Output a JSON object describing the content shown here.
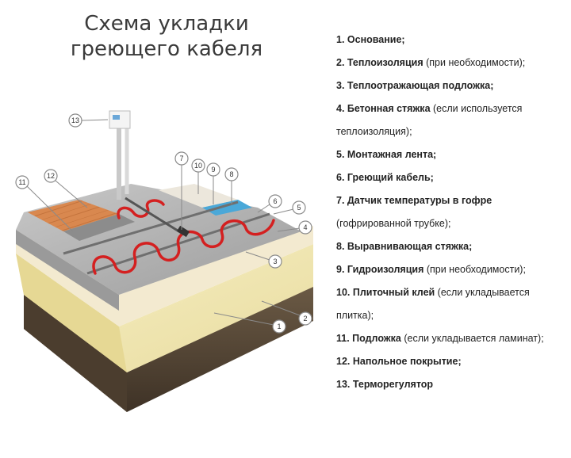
{
  "title": {
    "line1": "Схема укладки",
    "line2": "греющего кабеля"
  },
  "legend": [
    {
      "bold": "1. Основание;",
      "normal": ""
    },
    {
      "bold": "2. Теплоизоляция",
      "normal": " (при необходимости);"
    },
    {
      "bold": "3. Теплоотражающая подложка;",
      "normal": ""
    },
    {
      "bold": "4. Бетонная стяжка",
      "normal": " (если используется"
    },
    {
      "bold": "",
      "normal": "теплоизоляция);"
    },
    {
      "bold": "5. Монтажная лента;",
      "normal": ""
    },
    {
      "bold": "6. Греющий кабель;",
      "normal": ""
    },
    {
      "bold": "7. Датчик температуры в гофре",
      "normal": ""
    },
    {
      "bold": "",
      "normal": "(гофрированной трубке);"
    },
    {
      "bold": "8. Выравнивающая стяжка;",
      "normal": ""
    },
    {
      "bold": "9. Гидроизоляция",
      "normal": " (при необходимости);"
    },
    {
      "bold": "10. Плиточный клей",
      "normal": " (если укладывается"
    },
    {
      "bold": "",
      "normal": "плитка);"
    },
    {
      "bold": "11. Подложка",
      "normal": " (если укладывается ламинат);"
    },
    {
      "bold": "12. Напольное покрытие;",
      "normal": ""
    },
    {
      "bold": "13. Терморегулятор",
      "normal": ""
    }
  ],
  "callouts": [
    "1",
    "2",
    "3",
    "4",
    "5",
    "6",
    "7",
    "8",
    "9",
    "10",
    "11",
    "12",
    "13"
  ],
  "colors": {
    "soil": "#5a4a38",
    "insulation": "#f0e6b0",
    "concrete": "#b5b5b5",
    "cable": "#d42020",
    "tile": "#d88a55",
    "waterproof": "#4aa8d8"
  }
}
